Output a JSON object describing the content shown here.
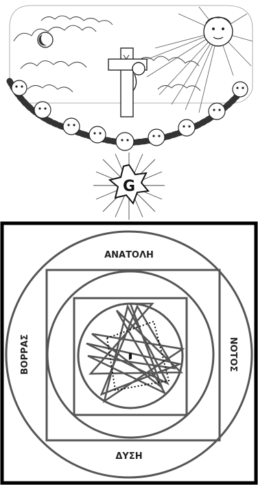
{
  "engraving": {
    "star_letter": "G"
  },
  "diagram": {
    "north_label": "ΑΝΑΤΟΛΗ",
    "south_label": "ΔΥΣΗ",
    "west_label": "ΒΟΡΡΑΣ",
    "east_label": "ΝΟΤΟΣ",
    "center_letter": "י",
    "line_color": "#555555",
    "frame_color": "#000000"
  }
}
